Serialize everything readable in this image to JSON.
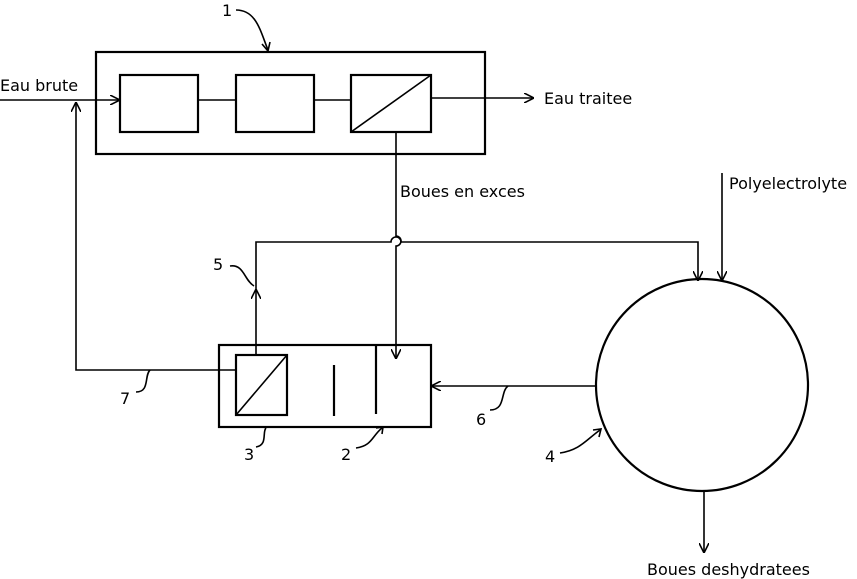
{
  "labels": {
    "raw_water": "Eau brute",
    "treated_water": "Eau traitee",
    "excess_sludge": "Boues en exces",
    "polyelectrolyte": "Polyelectrolyte",
    "dewatered_sludge": "Boues deshydratees"
  },
  "refs": {
    "r1": "1",
    "r2": "2",
    "r3": "3",
    "r4": "4",
    "r5": "5",
    "r6": "6",
    "r7": "7"
  }
}
